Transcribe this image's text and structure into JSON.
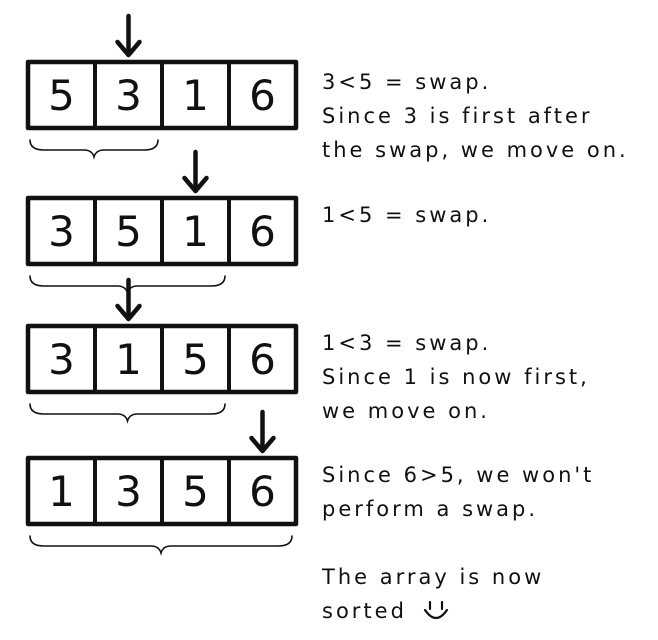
{
  "steps": [
    {
      "cells": [
        "5",
        "3",
        "1",
        "6"
      ],
      "pointer_index": 1,
      "bracket_span": 2,
      "notes": [
        "3<5 = swap.",
        "Since 3 is first after",
        "the swap, we move on."
      ]
    },
    {
      "cells": [
        "3",
        "5",
        "1",
        "6"
      ],
      "pointer_index": 2,
      "bracket_span": 3,
      "notes": [
        "1<5 = swap."
      ]
    },
    {
      "cells": [
        "3",
        "1",
        "5",
        "6"
      ],
      "pointer_index": 1,
      "bracket_span": 3,
      "notes": [
        "1<3 = swap.",
        "Since 1 is now first,",
        "we move on."
      ]
    },
    {
      "cells": [
        "1",
        "3",
        "5",
        "6"
      ],
      "pointer_index": 3,
      "bracket_span": 4,
      "notes": [
        "Since 6>5, we won't",
        "perform a swap.",
        "",
        "The array is now",
        "sorted"
      ]
    }
  ],
  "closing_symbol": "smiley-face-icon",
  "ink_color": "#111111",
  "background_color": "#ffffff"
}
